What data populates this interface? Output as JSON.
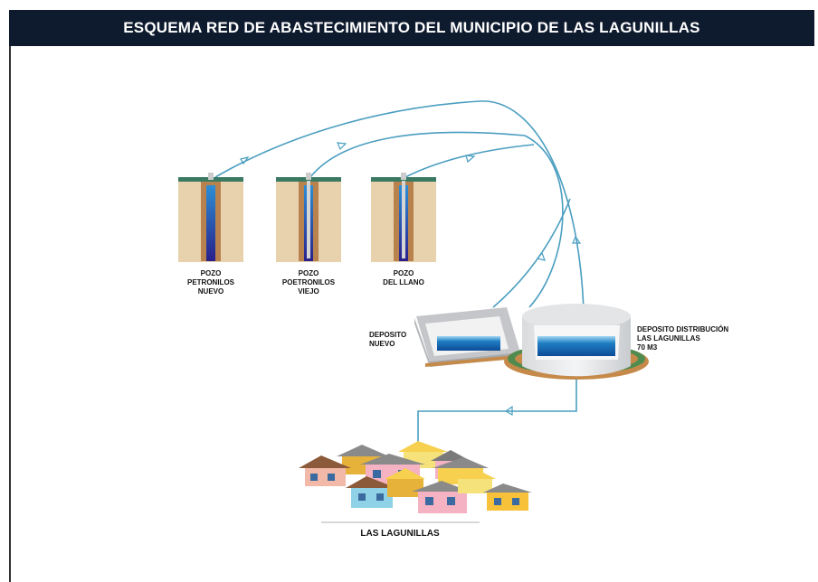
{
  "header": {
    "title": "ESQUEMA RED DE ABASTECIMIENTO DEL MUNICIPIO DE  LAS LAGUNILLAS"
  },
  "wells": [
    {
      "label": "POZO\nPETRONILOS\nNUEVO"
    },
    {
      "label": "POZO\nPOETRONILOS\nVIEJO"
    },
    {
      "label": "POZO\nDEL LLANO"
    }
  ],
  "tanks": {
    "new": {
      "label": "DEPOSITO\nNUEVO"
    },
    "distribution": {
      "label": "DEPOSITO DISTRIBUCIÓN\nLAS LAGUNILLAS\n70 M3"
    }
  },
  "town": {
    "label": "LAS LAGUNILLAS"
  },
  "colors": {
    "header_bg": "#0e1a2e",
    "pipe": "#4a9ec0",
    "water": "#1a5fb0",
    "soil": "#e8d2ad",
    "grass": "#3a7a62"
  }
}
